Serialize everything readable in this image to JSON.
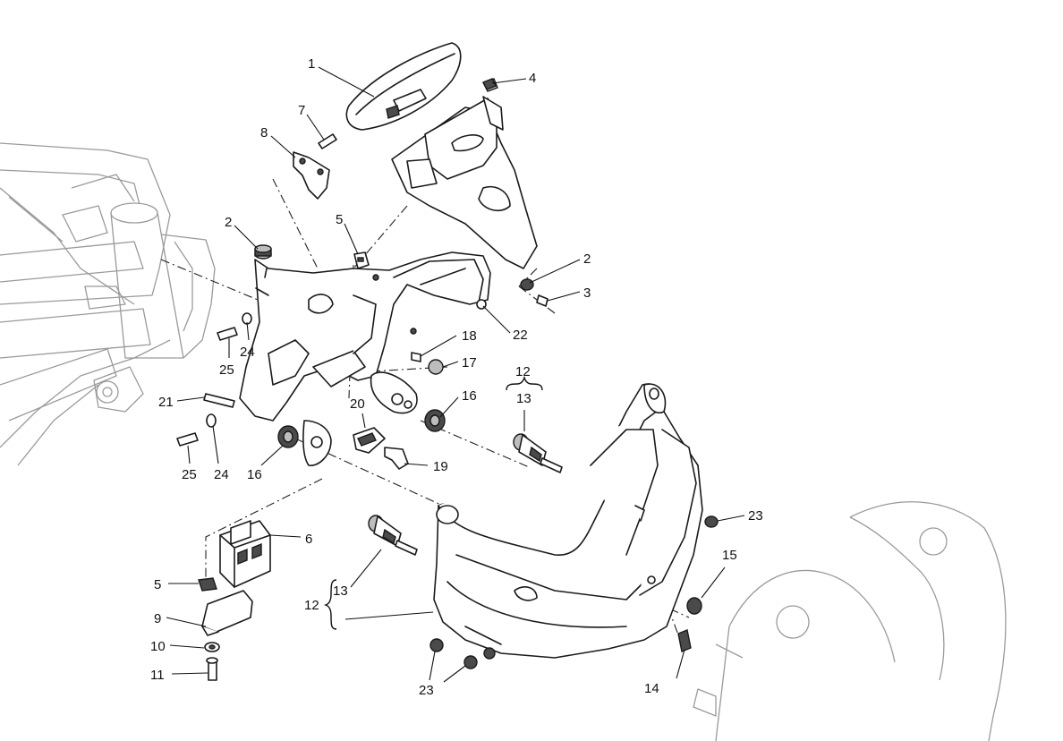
{
  "diagram": {
    "callouts": {
      "c1": "1",
      "c2a": "2",
      "c2b": "2",
      "c3": "3",
      "c4": "4",
      "c5a": "5",
      "c5b": "5",
      "c6": "6",
      "c7": "7",
      "c8": "8",
      "c9": "9",
      "c10": "10",
      "c11": "11",
      "c12a": "12",
      "c12b": "12",
      "c13a": "13",
      "c13b": "13",
      "c14": "14",
      "c15": "15",
      "c16a": "16",
      "c16b": "16",
      "c17": "17",
      "c18": "18",
      "c19": "19",
      "c20": "20",
      "c21": "21",
      "c22": "22",
      "c23a": "23",
      "c23b": "23",
      "c24a": "24",
      "c24b": "24",
      "c25a": "25",
      "c25b": "25"
    }
  }
}
